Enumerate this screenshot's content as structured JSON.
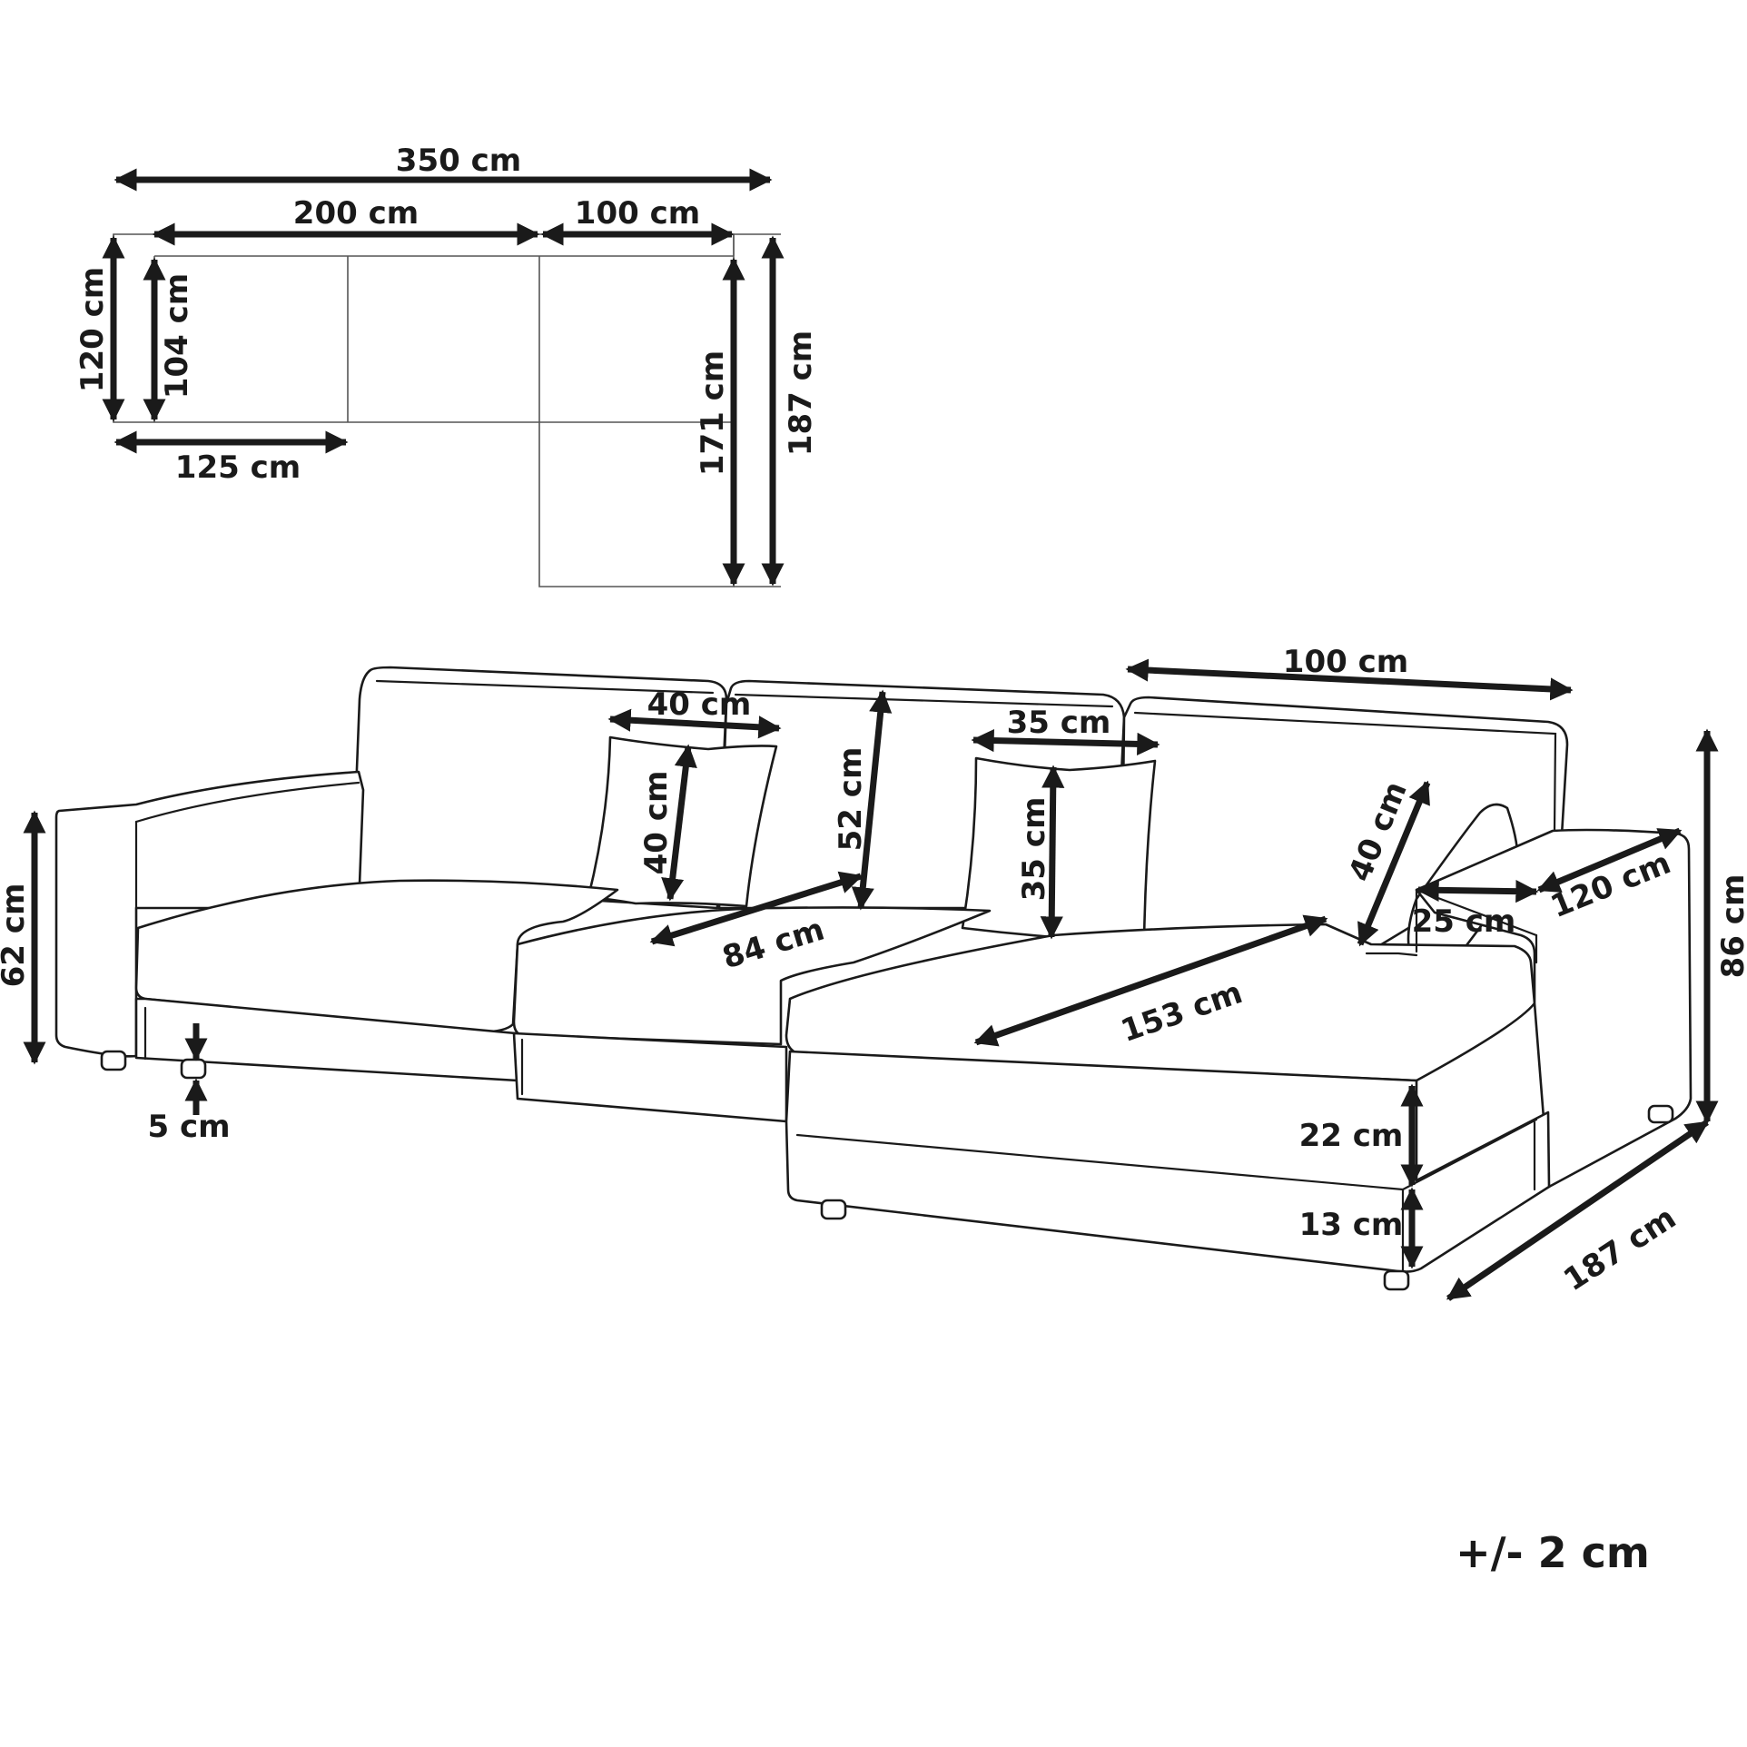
{
  "plan_view": {
    "overall_width": "350 cm",
    "sofa_width": "200 cm",
    "chaise_width": "100 cm",
    "depth": "120 cm",
    "seat_depth": "104 cm",
    "armrest_section": "125 cm",
    "chaise_seat_length": "171 cm",
    "chaise_total_length": "187 cm"
  },
  "sofa_view": {
    "backrest_width": "100 cm",
    "pillow_large_width": "40 cm",
    "pillow_large_height": "40 cm",
    "pillow_small_width": "35 cm",
    "pillow_small_height": "35 cm",
    "backrest_height": "52 cm",
    "side_pillow": "40 cm",
    "arm_height": "62 cm",
    "total_height": "86 cm",
    "seat_depth": "84 cm",
    "chaise_seat_length": "153 cm",
    "arm_width": "25 cm",
    "arm_length": "120 cm",
    "leg_height": "5 cm",
    "cushion_height": "22 cm",
    "base_height": "13 cm",
    "chaise_length": "187 cm"
  },
  "tolerance": "+/- 2 cm"
}
